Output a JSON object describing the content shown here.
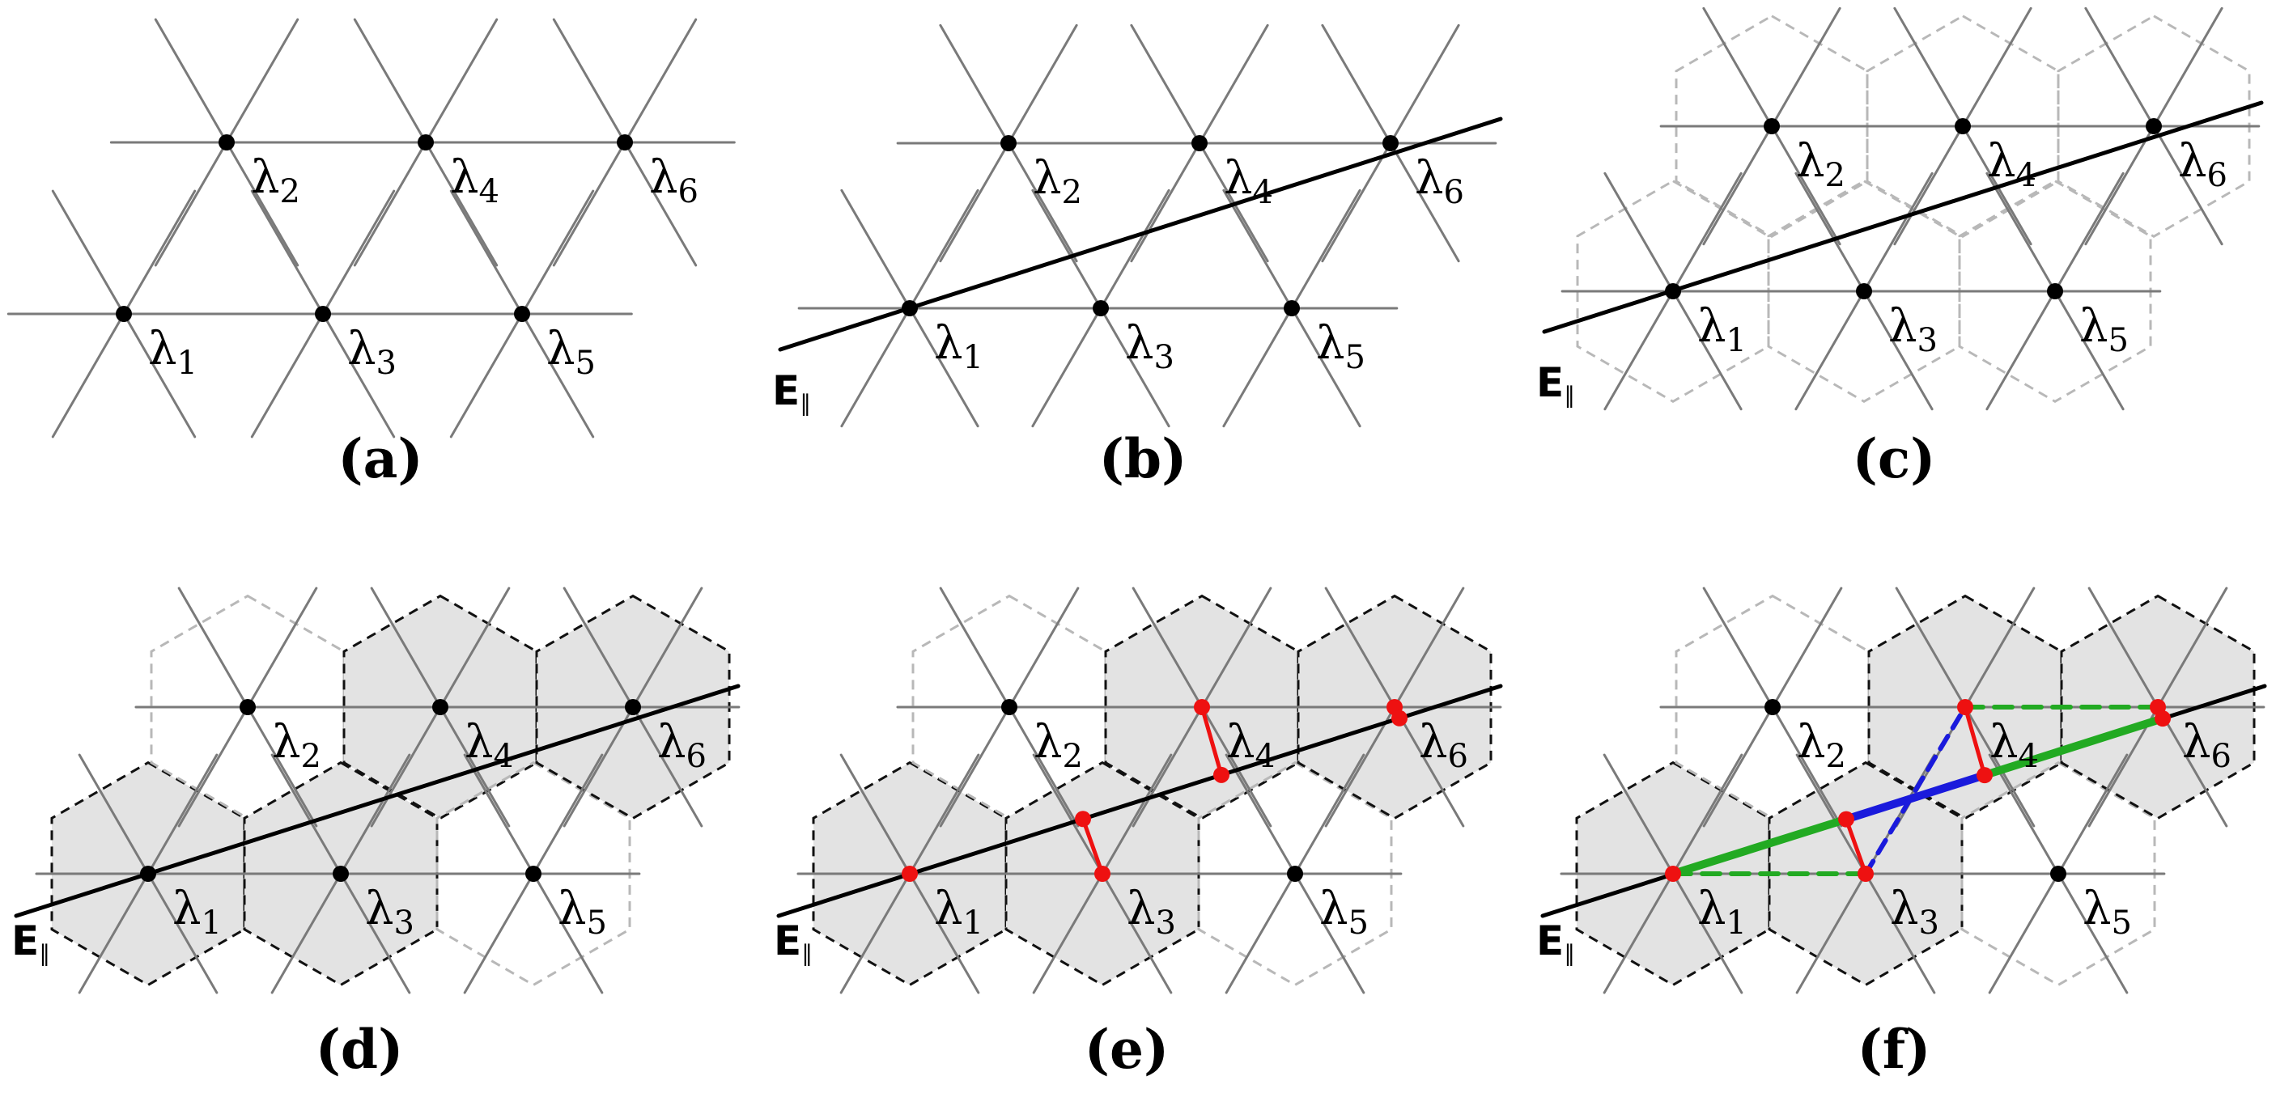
{
  "panels": [
    {
      "label": "(a)",
      "points": [
        {
          "id": "λ1",
          "text": "λ",
          "sub": "1"
        },
        {
          "id": "λ2",
          "text": "λ",
          "sub": "2"
        },
        {
          "id": "λ3",
          "text": "λ",
          "sub": "3"
        },
        {
          "id": "λ4",
          "text": "λ",
          "sub": "4"
        },
        {
          "id": "λ5",
          "text": "λ",
          "sub": "5"
        },
        {
          "id": "λ6",
          "text": "λ",
          "sub": "6"
        }
      ],
      "line_label": null
    },
    {
      "label": "(b)",
      "points": [
        {
          "id": "λ1",
          "text": "λ",
          "sub": "1"
        },
        {
          "id": "λ2",
          "text": "λ",
          "sub": "2"
        },
        {
          "id": "λ3",
          "text": "λ",
          "sub": "3"
        },
        {
          "id": "λ4",
          "text": "λ",
          "sub": "4"
        },
        {
          "id": "λ5",
          "text": "λ",
          "sub": "5"
        },
        {
          "id": "λ6",
          "text": "λ",
          "sub": "6"
        }
      ],
      "line_label": {
        "text": "E",
        "sub": "∥"
      }
    },
    {
      "label": "(c)",
      "points": [
        {
          "id": "λ1",
          "text": "λ",
          "sub": "1"
        },
        {
          "id": "λ2",
          "text": "λ",
          "sub": "2"
        },
        {
          "id": "λ3",
          "text": "λ",
          "sub": "3"
        },
        {
          "id": "λ4",
          "text": "λ",
          "sub": "4"
        },
        {
          "id": "λ5",
          "text": "λ",
          "sub": "5"
        },
        {
          "id": "λ6",
          "text": "λ",
          "sub": "6"
        }
      ],
      "line_label": {
        "text": "E",
        "sub": "∥"
      }
    },
    {
      "label": "(d)",
      "points": [
        {
          "id": "λ1",
          "text": "λ",
          "sub": "1"
        },
        {
          "id": "λ2",
          "text": "λ",
          "sub": "2"
        },
        {
          "id": "λ3",
          "text": "λ",
          "sub": "3"
        },
        {
          "id": "λ4",
          "text": "λ",
          "sub": "4"
        },
        {
          "id": "λ5",
          "text": "λ",
          "sub": "5"
        },
        {
          "id": "λ6",
          "text": "λ",
          "sub": "6"
        }
      ],
      "line_label": {
        "text": "E",
        "sub": "∥"
      }
    },
    {
      "label": "(e)",
      "points": [
        {
          "id": "λ1",
          "text": "λ",
          "sub": "1"
        },
        {
          "id": "λ2",
          "text": "λ",
          "sub": "2"
        },
        {
          "id": "λ3",
          "text": "λ",
          "sub": "3"
        },
        {
          "id": "λ4",
          "text": "λ",
          "sub": "4"
        },
        {
          "id": "λ5",
          "text": "λ",
          "sub": "5"
        },
        {
          "id": "λ6",
          "text": "λ",
          "sub": "6"
        }
      ],
      "line_label": {
        "text": "E",
        "sub": "∥"
      }
    },
    {
      "label": "(f)",
      "points": [
        {
          "id": "λ1",
          "text": "λ",
          "sub": "1"
        },
        {
          "id": "λ2",
          "text": "λ",
          "sub": "2"
        },
        {
          "id": "λ3",
          "text": "λ",
          "sub": "3"
        },
        {
          "id": "λ4",
          "text": "λ",
          "sub": "4"
        },
        {
          "id": "λ5",
          "text": "λ",
          "sub": "5"
        },
        {
          "id": "λ6",
          "text": "λ",
          "sub": "6"
        }
      ],
      "line_label": {
        "text": "E",
        "sub": "∥"
      }
    }
  ],
  "colors": {
    "lattice": "#7a7a7a",
    "point": "#000000",
    "red": "#ee1111",
    "blue": "#1a1adc",
    "green": "#22aa22",
    "shade": "#e3e3e3",
    "hex_dark": "#111111",
    "hex_light": "#b8b8b8"
  }
}
